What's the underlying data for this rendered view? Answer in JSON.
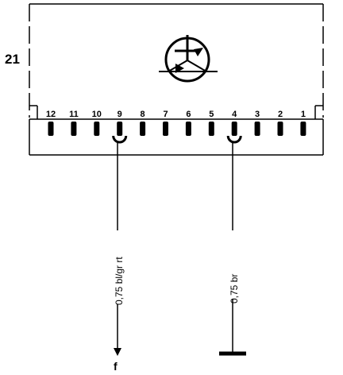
{
  "component": {
    "ref": "21",
    "symbol": "relay-transistor-icon"
  },
  "connector": {
    "pins": [
      "12",
      "11",
      "10",
      "9",
      "8",
      "7",
      "6",
      "5",
      "4",
      "3",
      "2",
      "1"
    ],
    "used_pins": [
      "9",
      "4"
    ]
  },
  "wires": [
    {
      "pin": "9",
      "label": "0,75 bl/gr rt",
      "destination": "f"
    },
    {
      "pin": "4",
      "label": "0,75 br",
      "destination": "ground"
    }
  ],
  "colors": {
    "ink": "#000000",
    "paper": "#ffffff"
  }
}
